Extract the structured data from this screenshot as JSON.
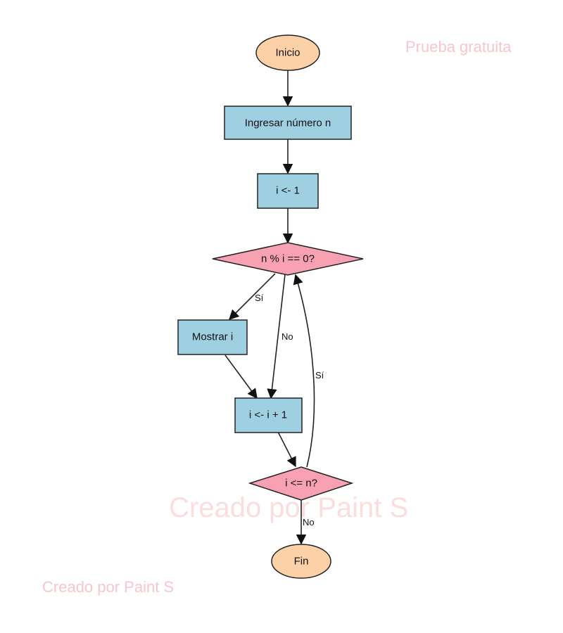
{
  "watermarks": {
    "top_right": "Prueba gratuita",
    "center": "Creado por Paint S",
    "bottom_left": "Creado por Paint S"
  },
  "colors": {
    "terminal_fill": "#fdd1a8",
    "process_fill": "#9fd0e2",
    "decision_fill": "#f7a1b2",
    "stroke": "#222222",
    "watermark": "#f7c6cc"
  },
  "nodes": {
    "start": "Inicio",
    "input": "Ingresar número n",
    "init": "i <- 1",
    "check_divisor": "n % i == 0?",
    "show": "Mostrar i",
    "increment": "i <- i + 1",
    "check_limit": "i <= n?",
    "end": "Fin"
  },
  "edge_labels": {
    "divisor_yes": "Sí",
    "divisor_no": "No",
    "loop_yes": "Sí",
    "limit_no": "No"
  }
}
